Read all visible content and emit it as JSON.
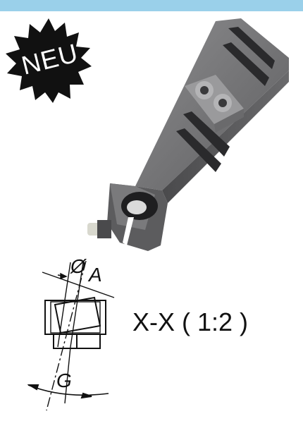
{
  "badge": {
    "text": "NEU"
  },
  "drawing": {
    "section_label": "X-X ( 1:2 )",
    "dim_diameter": "Ø",
    "dim_a": "A",
    "dim_g": "G"
  },
  "colors": {
    "header_bar": "#9ad0ea",
    "badge": "#111111",
    "product_metal": "#6e6e70"
  }
}
